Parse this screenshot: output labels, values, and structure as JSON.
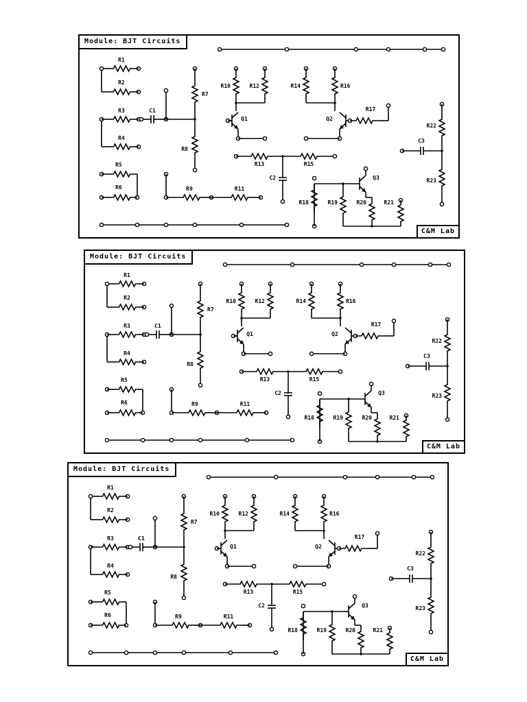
{
  "boards": [
    {
      "title": "Module: BJT Circuits",
      "lab": "C&M Lab"
    },
    {
      "title": "Module: BJT Circuits",
      "lab": "C&M Lab"
    },
    {
      "title": "Module: BJT Circuits",
      "lab": "C&M Lab"
    }
  ],
  "components": {
    "resistors": [
      "R1",
      "R2",
      "R3",
      "R4",
      "R5",
      "R6",
      "R7",
      "R8",
      "R9",
      "R10",
      "R11",
      "R12",
      "R13",
      "R14",
      "R15",
      "R16",
      "R17",
      "R18",
      "R19",
      "R20",
      "R21",
      "R22",
      "R23"
    ],
    "capacitors": [
      "C1",
      "C2",
      "C3"
    ],
    "transistors": [
      "Q1",
      "Q2",
      "Q3"
    ]
  }
}
